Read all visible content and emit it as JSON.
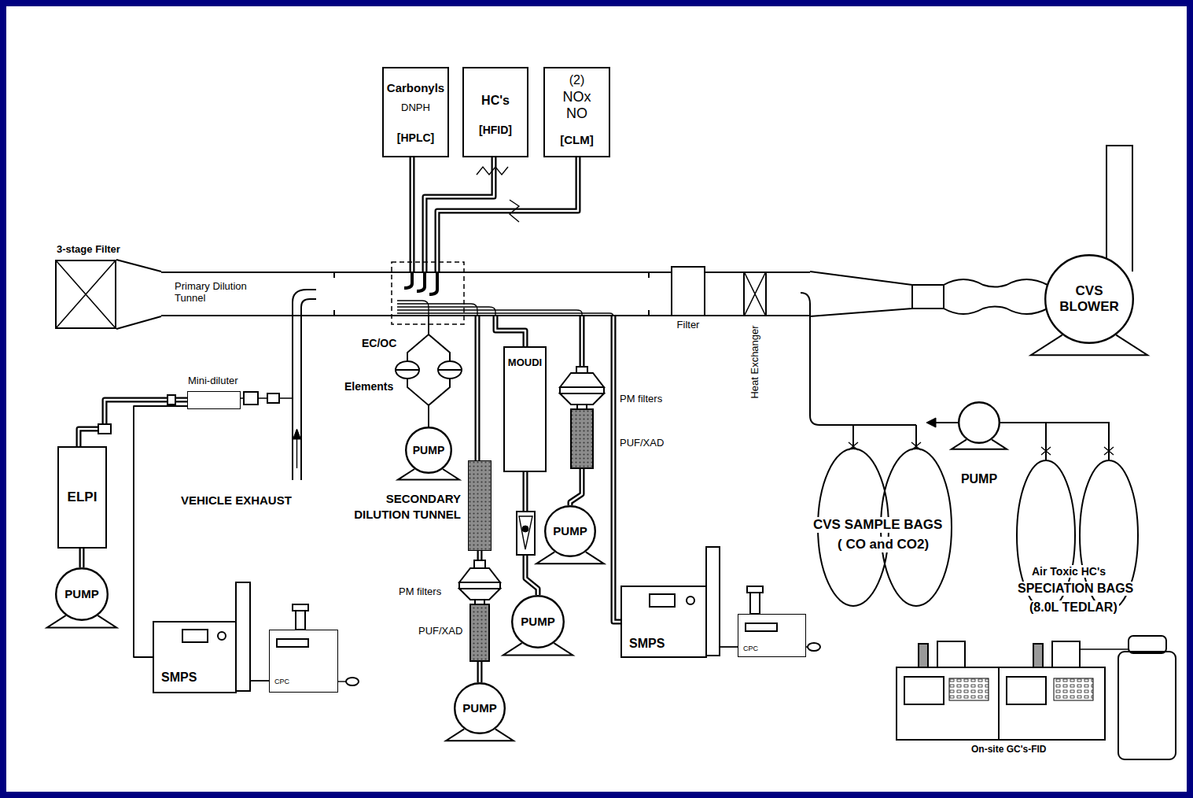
{
  "diagram": {
    "nodes": [
      {
        "text": [
          "3-stage Filter"
        ]
      },
      {
        "text": [
          "Primary Dilution Tunnel"
        ]
      },
      {
        "text": [
          "Carbonyls",
          "DNPH",
          "[HPLC]"
        ]
      },
      {
        "text": [
          "HC's",
          "[HFID]"
        ]
      },
      {
        "text": [
          "(2)",
          "NOx",
          "NO",
          "[CLM]"
        ]
      },
      {
        "text": [
          "Mini-diluter"
        ]
      },
      {
        "text": [
          "ELPI"
        ]
      },
      {
        "text": [
          "PUMP"
        ]
      },
      {
        "text": [
          "SMPS"
        ]
      },
      {
        "text": [
          "CPC"
        ]
      },
      {
        "text": [
          "PUMP"
        ]
      },
      {
        "text": [
          "SECONDARY DILUTION TUNNEL"
        ]
      },
      {
        "text": [
          "PUMP"
        ]
      },
      {
        "text": [
          "MOUDI"
        ]
      },
      {
        "text": [
          "PUMP"
        ]
      },
      {
        "text": [
          "PUMP"
        ]
      },
      {
        "text": [
          "SMPS"
        ]
      },
      {
        "text": [
          "CPC"
        ]
      },
      {
        "text": [
          "Filter"
        ]
      },
      {
        "text": [
          "Heat Exchanger"
        ]
      },
      {
        "text": [
          "CVS BLOWER"
        ]
      },
      {
        "text": [
          "PUMP"
        ]
      }
    ],
    "edges": [
      {
        "from": 1,
        "to": 2,
        "arrow": "none"
      },
      {
        "from": 1,
        "to": 3,
        "arrow": "none"
      },
      {
        "from": 1,
        "to": 4,
        "arrow": "none"
      },
      {
        "from": 5,
        "to": 6,
        "arrow": "none"
      },
      {
        "from": 5,
        "to": 8,
        "arrow": "none"
      },
      {
        "from": 6,
        "to": 7,
        "arrow": "none"
      },
      {
        "from": 8,
        "to": 9,
        "arrow": "none"
      },
      {
        "from": 1,
        "to": 10,
        "arrow": "none"
      },
      {
        "from": 1,
        "to": 11,
        "arrow": "none"
      },
      {
        "from": 11,
        "to": 12,
        "arrow": "none"
      },
      {
        "from": 1,
        "to": 13,
        "arrow": "none"
      },
      {
        "from": 13,
        "to": 14,
        "arrow": "none"
      },
      {
        "from": 1,
        "to": 15,
        "arrow": "none"
      },
      {
        "from": 1,
        "to": 16,
        "arrow": "none"
      },
      {
        "from": 16,
        "to": 17,
        "arrow": "none"
      }
    ],
    "labels": [
      "VEHICLE EXHAUST",
      "EC/OC",
      "Elements",
      "PM filters",
      "PUF/XAD",
      "PM filters",
      "PUF/XAD",
      "CVS SAMPLE BAGS",
      "( CO and CO2)",
      "Air Toxic HC's",
      "SPECIATION BAGS",
      "(8.0L TEDLAR)",
      "On-site GC's-FID"
    ]
  }
}
